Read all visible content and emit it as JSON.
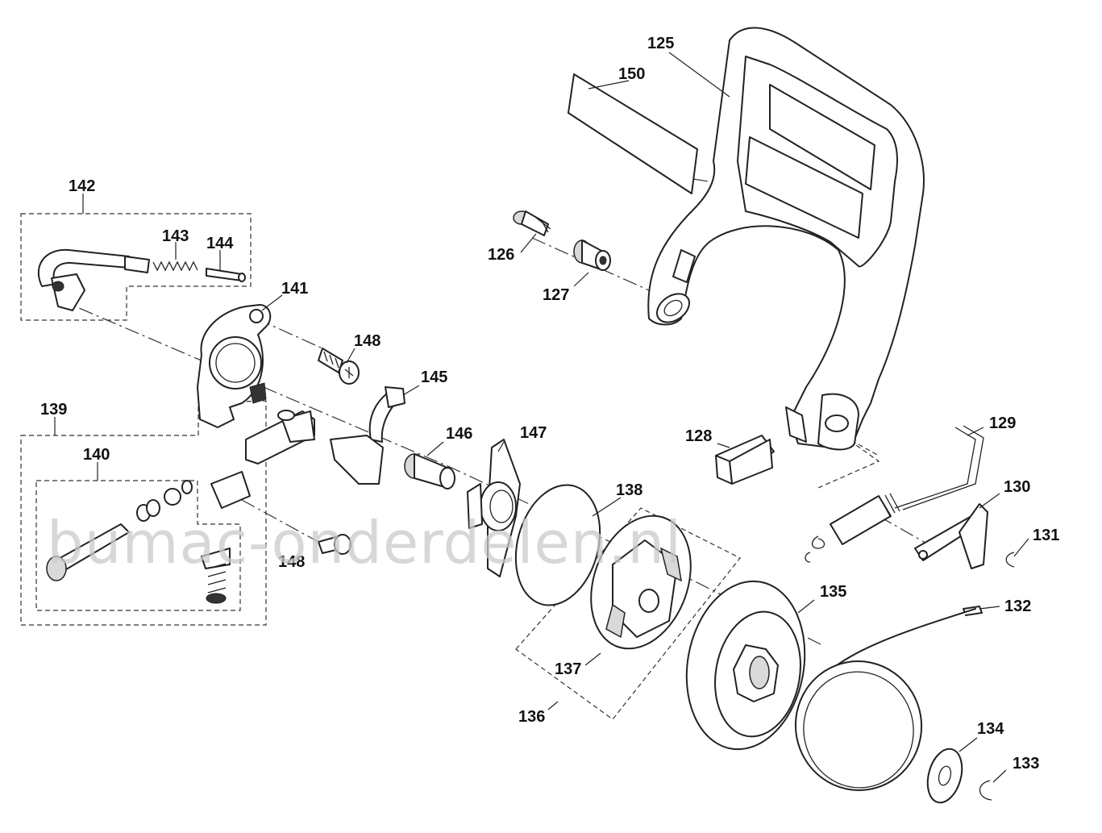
{
  "diagram": {
    "labels": {
      "l125": "125",
      "l150": "150",
      "l142": "142",
      "l143": "143",
      "l144": "144",
      "l126": "126",
      "l127": "127",
      "l141": "141",
      "l148a": "148",
      "l145": "145",
      "l139": "139",
      "l140": "140",
      "l146": "146",
      "l147": "147",
      "l128": "128",
      "l129": "129",
      "l138": "138",
      "l130": "130",
      "l131": "131",
      "l148b": "148",
      "l135": "135",
      "l132": "132",
      "l137": "137",
      "l136": "136",
      "l134": "134",
      "l133": "133"
    },
    "watermark": "bumac-onderdelen.nl"
  }
}
